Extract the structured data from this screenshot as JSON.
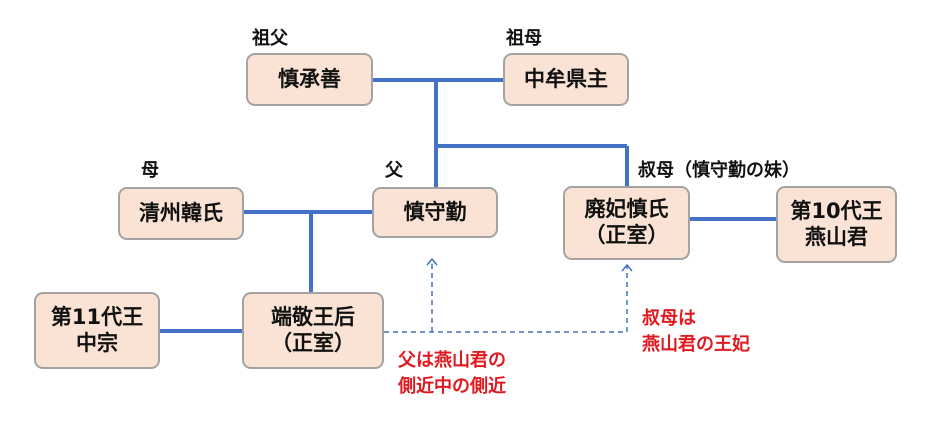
{
  "colors": {
    "line": "#4472c4",
    "box_fill": "#fae3d5",
    "box_border": "#a3a3a3",
    "note": "#e0191f"
  },
  "labels": {
    "grandfather": "祖父",
    "grandmother": "祖母",
    "mother": "母",
    "father": "父",
    "aunt": "叔母（慎守勤の妹）"
  },
  "persons": {
    "shin_shozen": "慎承善",
    "chumuken": "中牟県主",
    "seishu_kan": "清州韓氏",
    "shin_shukin": "慎守勤",
    "haihi_line1": "廃妃慎氏",
    "haihi_line2": "（正室）",
    "king10_line1": "第10代王",
    "king10_line2": "燕山君",
    "king11_line1": "第11代王",
    "king11_line2": "中宗",
    "tankei_line1": "端敬王后",
    "tankei_line2": "（正室）"
  },
  "notes": {
    "father_line1": "父は燕山君の",
    "father_line2": "側近中の側近",
    "aunt_line1": "叔母は",
    "aunt_line2": "燕山君の王妃"
  }
}
